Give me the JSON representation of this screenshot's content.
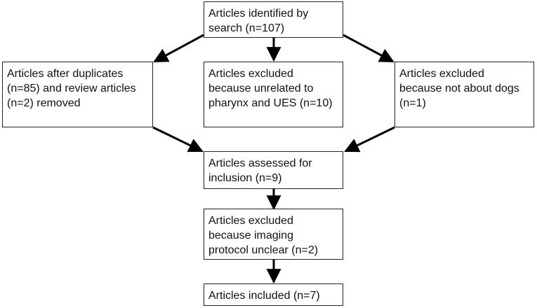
{
  "flowchart": {
    "identified": "Articles identified by\nsearch (n=107)",
    "after_duplicates": "Articles after duplicates\n(n=85) and review articles\n(n=2) removed",
    "excluded_unrelated": "Articles excluded\nbecause unrelated to\npharynx and UES (n=10)",
    "excluded_not_dogs": "Articles excluded\nbecause not about dogs\n(n=1)",
    "assessed": "Articles assessed for\ninclusion (n=9)",
    "excluded_imaging": "Articles excluded\nbecause imaging\nprotocol unclear (n=2)",
    "included": "Articles included (n=7)"
  },
  "colors": {
    "border": "#222222",
    "arrow": "#000000",
    "text": "#111111"
  }
}
